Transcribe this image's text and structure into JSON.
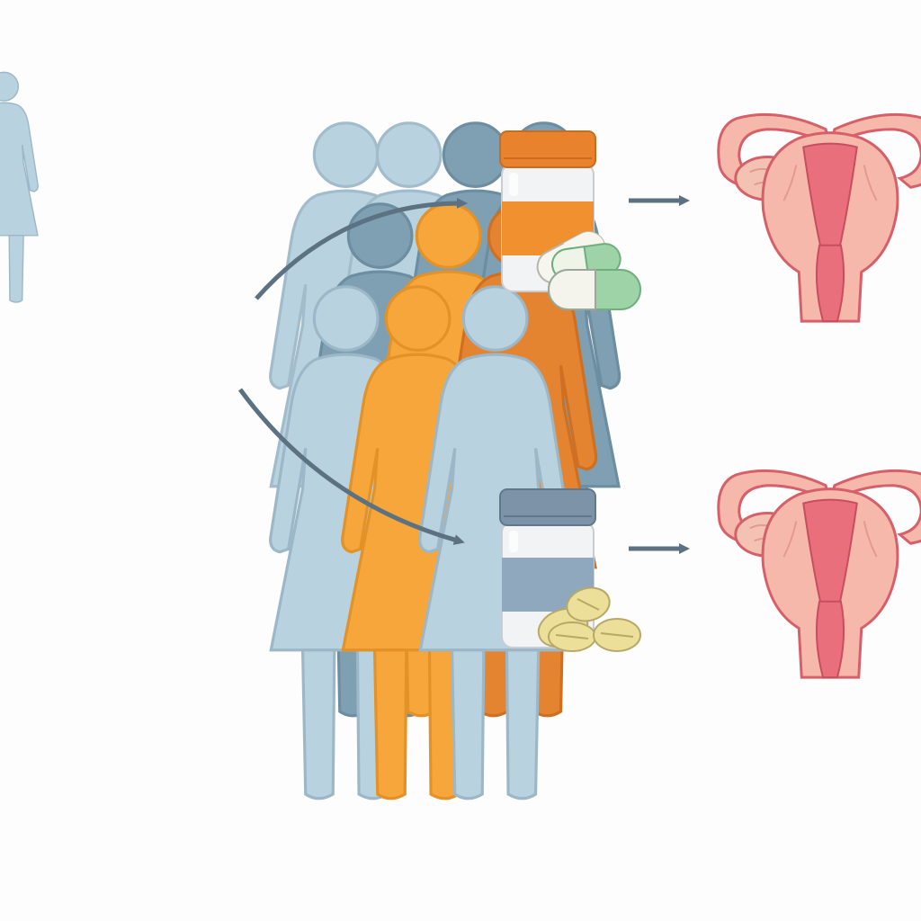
{
  "diagram": {
    "source": {
      "name": "women-population",
      "figure_icon": "woman-figure-icon"
    },
    "branches": [
      {
        "id": "top",
        "medication": {
          "icon": "medicine-bottle-icon",
          "label_color": "#f0902e",
          "cap_color": "#e8822d",
          "pill_icon": "capsule-icon"
        },
        "outcome": {
          "icon": "uterus-icon"
        }
      },
      {
        "id": "bottom",
        "medication": {
          "icon": "medicine-bottle-icon",
          "label_color": "#8fa8bd",
          "cap_color": "#7d94a8",
          "pill_icon": "tablet-icon"
        },
        "outcome": {
          "icon": "uterus-icon"
        }
      }
    ],
    "colors": {
      "arrow": "#5c7283",
      "figure_light": "#b9d2df",
      "figure_mid": "#7f9fb2",
      "figure_orange": "#f6a63b",
      "figure_dark_orange": "#e58430",
      "uterus_fill": "#f6b8aa",
      "uterus_inner": "#e96f7c",
      "capsule_green": "#9ed3a8",
      "tablet_yellow": "#ecdf9a"
    }
  }
}
